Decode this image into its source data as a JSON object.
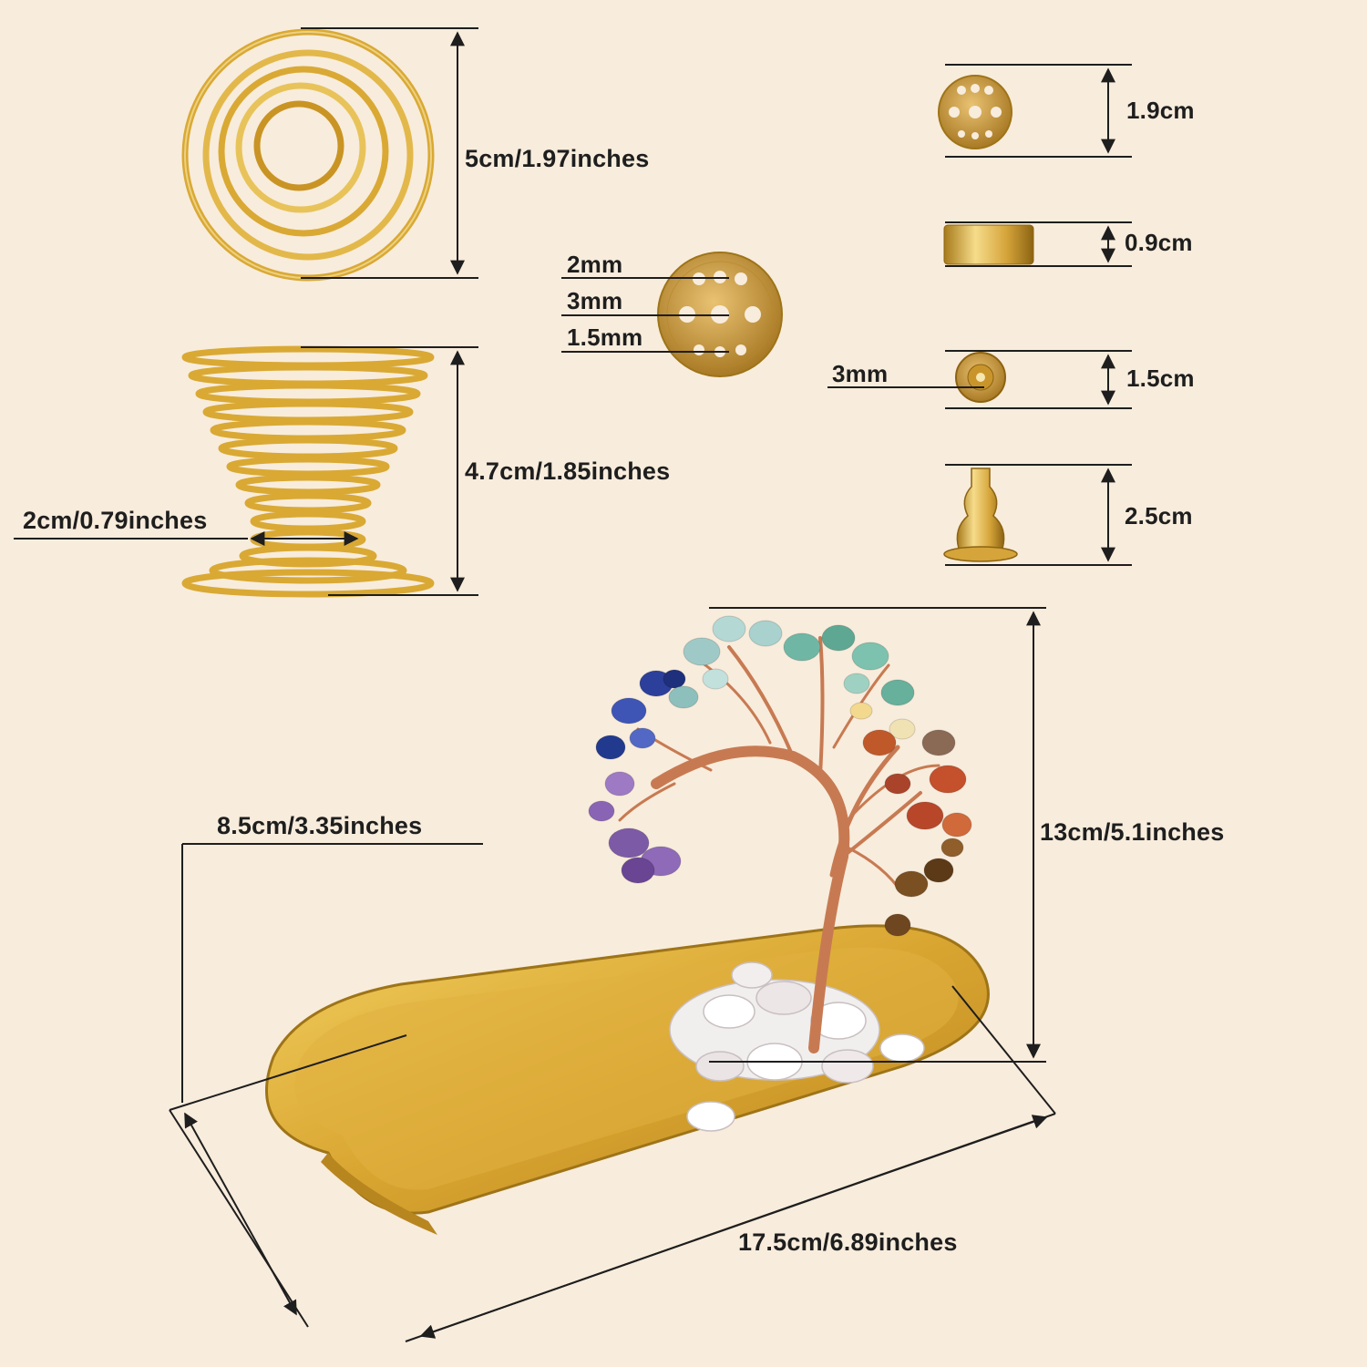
{
  "labels": {
    "spiral_width": "5cm/1.97inches",
    "spiral_height": "4.7cm/1.85inches",
    "spiral_base": "2cm/0.79inches",
    "disc_hole_top": "2mm",
    "disc_hole_center": "3mm",
    "disc_hole_bottom": "1.5mm",
    "disc_diameter": "1.9cm",
    "disc_thickness": "0.9cm",
    "holder_hole": "3mm",
    "holder_top": "1.5cm",
    "holder_height": "2.5cm",
    "tree_height": "13cm/5.1inches",
    "tray_width": "8.5cm/3.35inches",
    "tray_length": "17.5cm/6.89inches"
  },
  "colors": {
    "background": "#f8ecdc",
    "gold": "#d9a934",
    "gold_light": "#f4d77a",
    "gold_dark": "#9e7418",
    "copper": "#c77a52",
    "line": "#1e1e1e"
  }
}
